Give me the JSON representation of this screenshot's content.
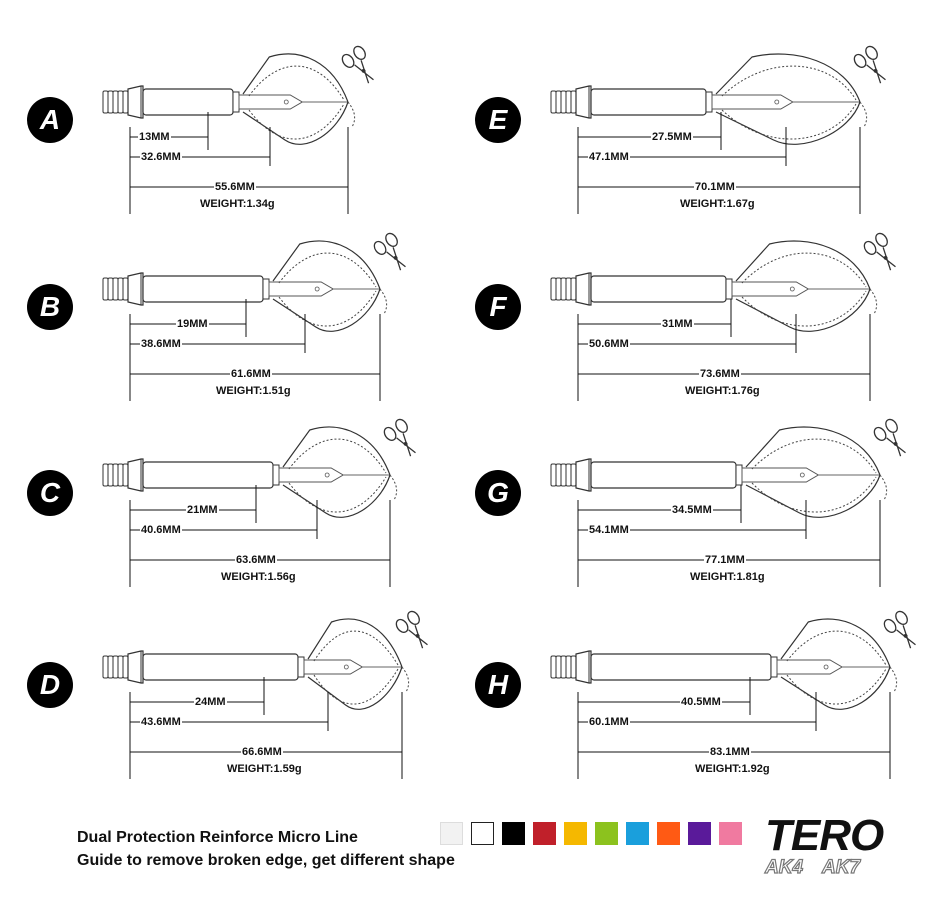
{
  "panels": [
    {
      "letter": "A",
      "m1": "13MM",
      "m2": "32.6MM",
      "m3": "55.6MM",
      "weight": "WEIGHT:1.34g"
    },
    {
      "letter": "B",
      "m1": "19MM",
      "m2": "38.6MM",
      "m3": "61.6MM",
      "weight": "WEIGHT:1.51g"
    },
    {
      "letter": "C",
      "m1": "21MM",
      "m2": "40.6MM",
      "m3": "63.6MM",
      "weight": "WEIGHT:1.56g"
    },
    {
      "letter": "D",
      "m1": "24MM",
      "m2": "43.6MM",
      "m3": "66.6MM",
      "weight": "WEIGHT:1.59g"
    },
    {
      "letter": "E",
      "m1": "27.5MM",
      "m2": "47.1MM",
      "m3": "70.1MM",
      "weight": "WEIGHT:1.67g"
    },
    {
      "letter": "F",
      "m1": "31MM",
      "m2": "50.6MM",
      "m3": "73.6MM",
      "weight": "WEIGHT:1.76g"
    },
    {
      "letter": "G",
      "m1": "34.5MM",
      "m2": "54.1MM",
      "m3": "77.1MM",
      "weight": "WEIGHT:1.81g"
    },
    {
      "letter": "H",
      "m1": "40.5MM",
      "m2": "60.1MM",
      "m3": "83.1MM",
      "weight": "WEIGHT:1.92g"
    }
  ],
  "footer": {
    "line1": "Dual Protection Reinforce Micro Line",
    "line2": "Guide to remove broken edge, get different shape"
  },
  "colors": [
    "#f2f2f2",
    "#ffffff",
    "#000000",
    "#c0202a",
    "#f5b800",
    "#8cc21e",
    "#1a9fdc",
    "#ff5a14",
    "#5a1a9a",
    "#f07aa0"
  ],
  "brand": {
    "name": "TERO",
    "sub1": "AK4",
    "sub2": "AK7"
  }
}
